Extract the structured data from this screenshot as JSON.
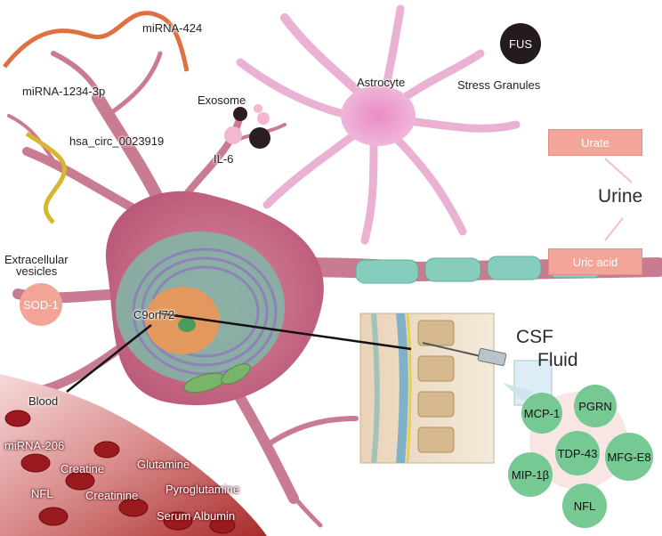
{
  "labels": {
    "mirna_424": "miRNA-424",
    "mirna_1234": "miRNA-1234-3p",
    "circ": "hsa_circ_0023919",
    "exosome": "Exosome",
    "il6": "IL-6",
    "astrocyte": "Astrocyte",
    "fus": "FUS",
    "stress_granules": "Stress Granules",
    "urate": "Urate",
    "urine": "Urine",
    "uric_acid": "Uric acid",
    "ev_line1": "Extracellular",
    "ev_line2": "vesicles",
    "sod1": "SOD-1",
    "c9orf72": "C9orf72",
    "csf": "CSF",
    "fluid": "Fluid",
    "blood": "Blood"
  },
  "csf_markers": [
    "MCP-1",
    "PGRN",
    "TDP-43",
    "MFG-E8",
    "MIP-1β",
    "NFL"
  ],
  "blood_markers": [
    "miRNA-206",
    "Creatine",
    "Glutamine",
    "NFL",
    "Creatinine",
    "Pyroglutamine",
    "Serum Albumin"
  ],
  "colors": {
    "neuron": "#c76b86",
    "astrocyte": "#e7a9d0",
    "myelin": "#7fc9b8",
    "marker_green": "#76c993",
    "urine_box": "#f4a59a",
    "blood": "#8b1218"
  }
}
